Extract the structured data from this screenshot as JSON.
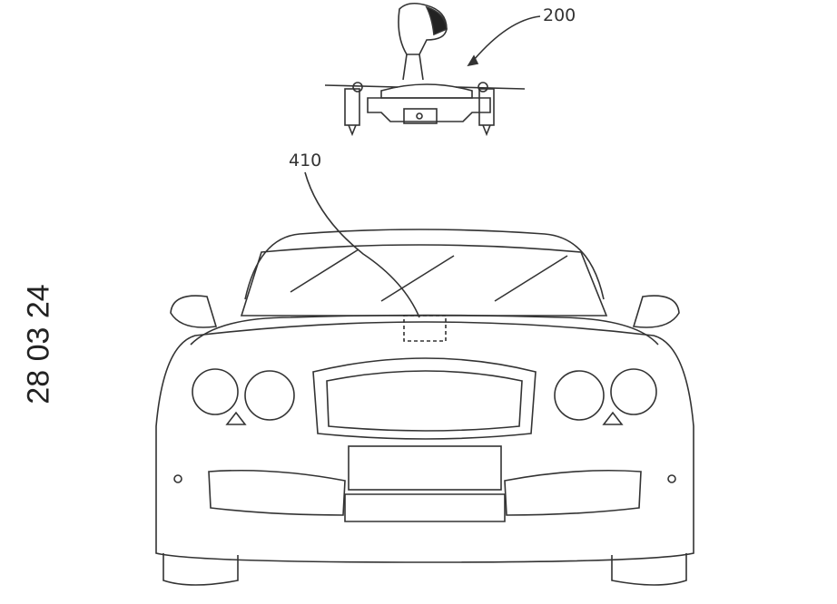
{
  "side_date": "28 03 24",
  "labels": {
    "drone": "200",
    "sensor": "410"
  }
}
